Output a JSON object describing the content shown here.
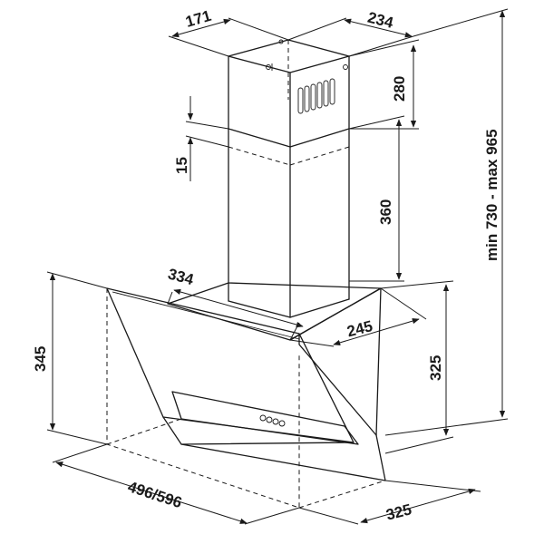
{
  "diagram": {
    "dimensions": {
      "chimney_depth": "171",
      "chimney_width": "234",
      "upper_chimney_height": "280",
      "overlap": "15",
      "lower_chimney_height": "360",
      "total_height": "min 730 - max 965",
      "canopy_depth_top": "334",
      "canopy_inner_width": "245",
      "canopy_front_height": "345",
      "canopy_back_height": "325",
      "hood_width": "496/596",
      "hood_depth": "325"
    },
    "colors": {
      "line": "#1a1a1a",
      "background": "#ffffff"
    }
  }
}
